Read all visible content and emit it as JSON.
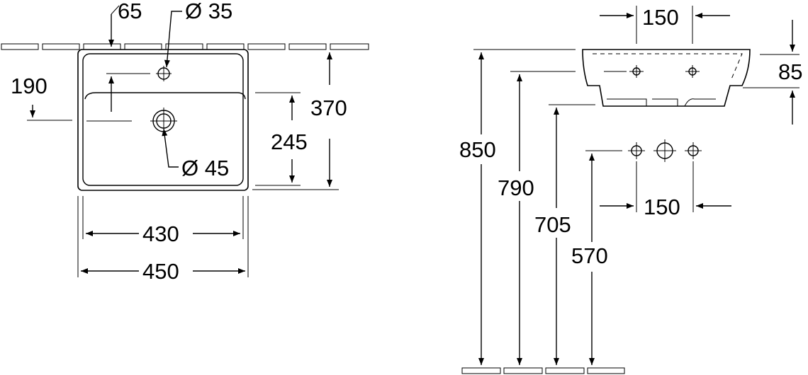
{
  "top_view": {
    "dim_tap_offset": "65",
    "dim_tap_hole": "Ø 35",
    "dim_tap_to_back": "190",
    "dim_depth": "370",
    "dim_bowl_depth": "245",
    "dim_waste": "Ø 45",
    "dim_bowl_width": "430",
    "dim_width": "450"
  },
  "side_view": {
    "dim_overflow_spacing": "150",
    "dim_rim_height": "85",
    "dim_rim_floor": "850",
    "dim_tap_floor": "790",
    "dim_bottom_floor": "705",
    "dim_outlet_floor": "570",
    "dim_outlet_spacing": "150"
  }
}
